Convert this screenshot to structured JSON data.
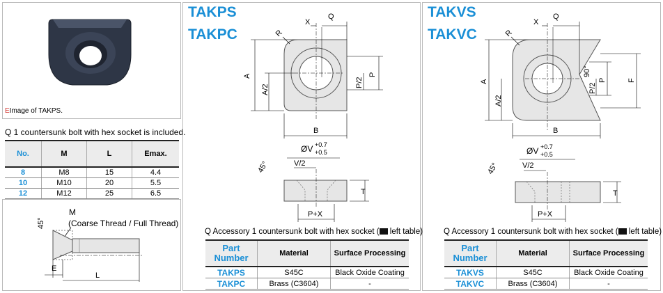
{
  "photo": {
    "caption_marker": "E",
    "caption": "Image of TAKPS."
  },
  "bolt_note": "Q 1 countersunk bolt with hex socket is included.",
  "spec_table": {
    "headers": [
      "No.",
      "M",
      "L",
      "Emax."
    ],
    "rows": [
      [
        "8",
        "M8",
        "15",
        "4.4"
      ],
      [
        "10",
        "M10",
        "20",
        "5.5"
      ],
      [
        "12",
        "M12",
        "25",
        "6.5"
      ]
    ]
  },
  "bolt_drawing": {
    "thread_label": "M",
    "thread_note": "(Coarse Thread / Full Thread)",
    "angle": "45°",
    "e_label": "E",
    "l_label": "L"
  },
  "left_panel": {
    "title1": "TAKPS",
    "title2": "TAKPC",
    "accessory_note": "Q Accessory  1 countersunk bolt with hex socket (",
    "accessory_note_end": " left table)",
    "table_headers": [
      "Part Number",
      "Material",
      "Surface Processing"
    ],
    "rows": [
      [
        "TAKPS",
        "S45C",
        "Black Oxide Coating"
      ],
      [
        "TAKPC",
        "Brass (C3604)",
        "-"
      ]
    ]
  },
  "right_panel": {
    "title1": "TAKVS",
    "title2": "TAKVC",
    "accessory_note": "Q Accessory  1 countersunk bolt with hex socket (",
    "accessory_note_end": " left table)",
    "table_headers": [
      "Part Number",
      "Material",
      "Surface Processing"
    ],
    "rows": [
      [
        "TAKVS",
        "S45C",
        "Black Oxide Coating"
      ],
      [
        "TAKVC",
        "Brass (C3604)",
        "-"
      ]
    ]
  },
  "dims": {
    "X": "X",
    "Q": "Q",
    "R": "R",
    "A": "A",
    "A2": "A/2",
    "P": "P",
    "P2": "P/2",
    "B": "B",
    "F": "F",
    "V": "ØV",
    "tol_plus": "+0.7",
    "tol_minus": "+0.5",
    "V2": "V/2",
    "T": "T",
    "PX": "P+X",
    "angle45": "45°",
    "angle90": "90°"
  },
  "colors": {
    "accent": "#1a8fd6",
    "part_fill": "#e6e6e6"
  }
}
